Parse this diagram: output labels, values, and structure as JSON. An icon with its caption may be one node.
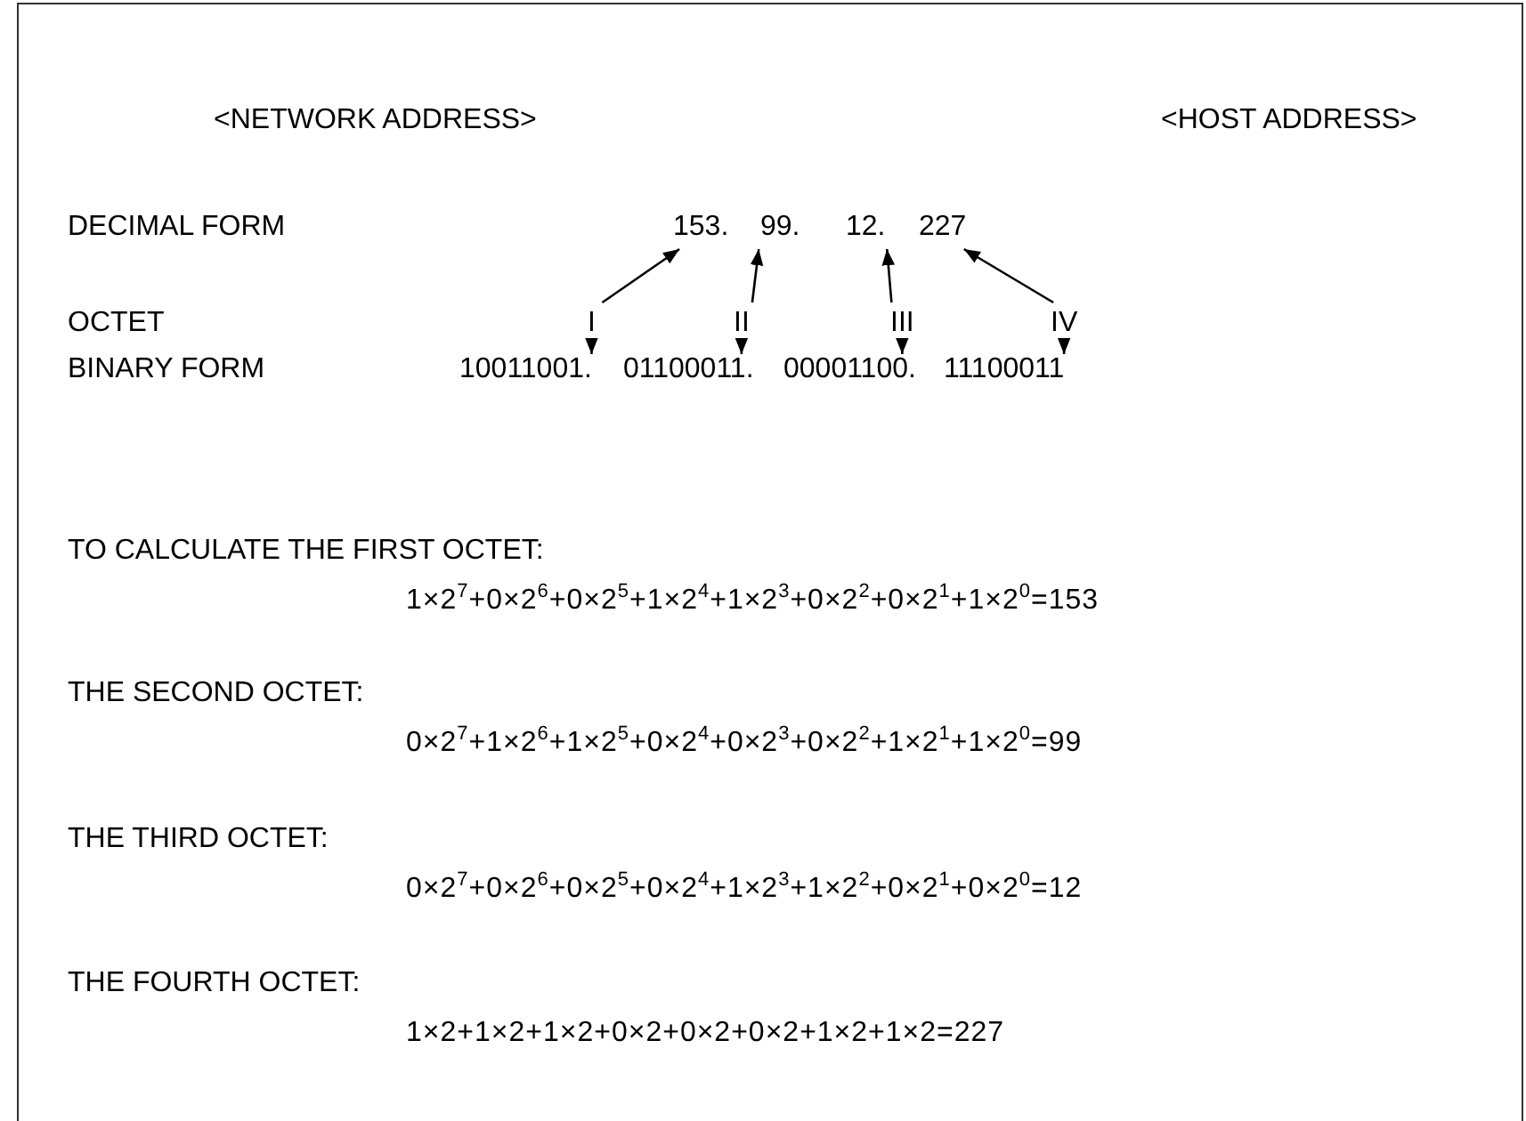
{
  "diagram": {
    "nodes": [
      {
        "text": [
          "153."
        ]
      },
      {
        "text": [
          "99."
        ]
      },
      {
        "text": [
          "12."
        ]
      },
      {
        "text": [
          "227"
        ]
      },
      {
        "text": [
          "I"
        ]
      },
      {
        "text": [
          "II"
        ]
      },
      {
        "text": [
          "III"
        ]
      },
      {
        "text": [
          "IV"
        ]
      },
      {
        "text": [
          "10011001."
        ]
      },
      {
        "text": [
          "01100011."
        ]
      },
      {
        "text": [
          "00001100."
        ]
      },
      {
        "text": [
          "11100011"
        ]
      }
    ],
    "edges": [
      {
        "from": 4,
        "to": 0,
        "arrow": "to"
      },
      {
        "from": 5,
        "to": 1,
        "arrow": "to"
      },
      {
        "from": 6,
        "to": 2,
        "arrow": "to"
      },
      {
        "from": 7,
        "to": 3,
        "arrow": "to"
      },
      {
        "from": 4,
        "to": 8,
        "arrow": "to"
      },
      {
        "from": 5,
        "to": 9,
        "arrow": "to"
      },
      {
        "from": 6,
        "to": 10,
        "arrow": "to"
      },
      {
        "from": 7,
        "to": 11,
        "arrow": "to"
      }
    ],
    "labels": [
      "<NETWORK ADDRESS>",
      "<HOST ADDRESS>",
      "DECIMAL FORM",
      "OCTET",
      "BINARY FORM",
      "TO CALCULATE THE FIRST OCTET:",
      "1×2$^{7}$+0×2$^{6}$+0×2$^{5}$+1×2$^{4}$+1×2$^{3}$+0×2$^{2}$+0×2$^{1}$+1×2$^{0}$=153",
      "THE SECOND OCTET:",
      "0×2$^{7}$+1×2$^{6}$+1×2$^{5}$+0×2$^{4}$+0×2$^{3}$+0×2$^{2}$+1×2$^{1}$+1×2$^{0}$=99",
      "THE THIRD OCTET:",
      "0×2$^{7}$+0×2$^{6}$+0×2$^{5}$+0×2$^{4}$+1×2$^{3}$+1×2$^{2}$+0×2$^{1}$+0×2$^{0}$=12",
      "THE FOURTH OCTET:",
      "1×2+1×2+1×2+0×2+0×2+0×2+1×2+1×2=227"
    ]
  }
}
